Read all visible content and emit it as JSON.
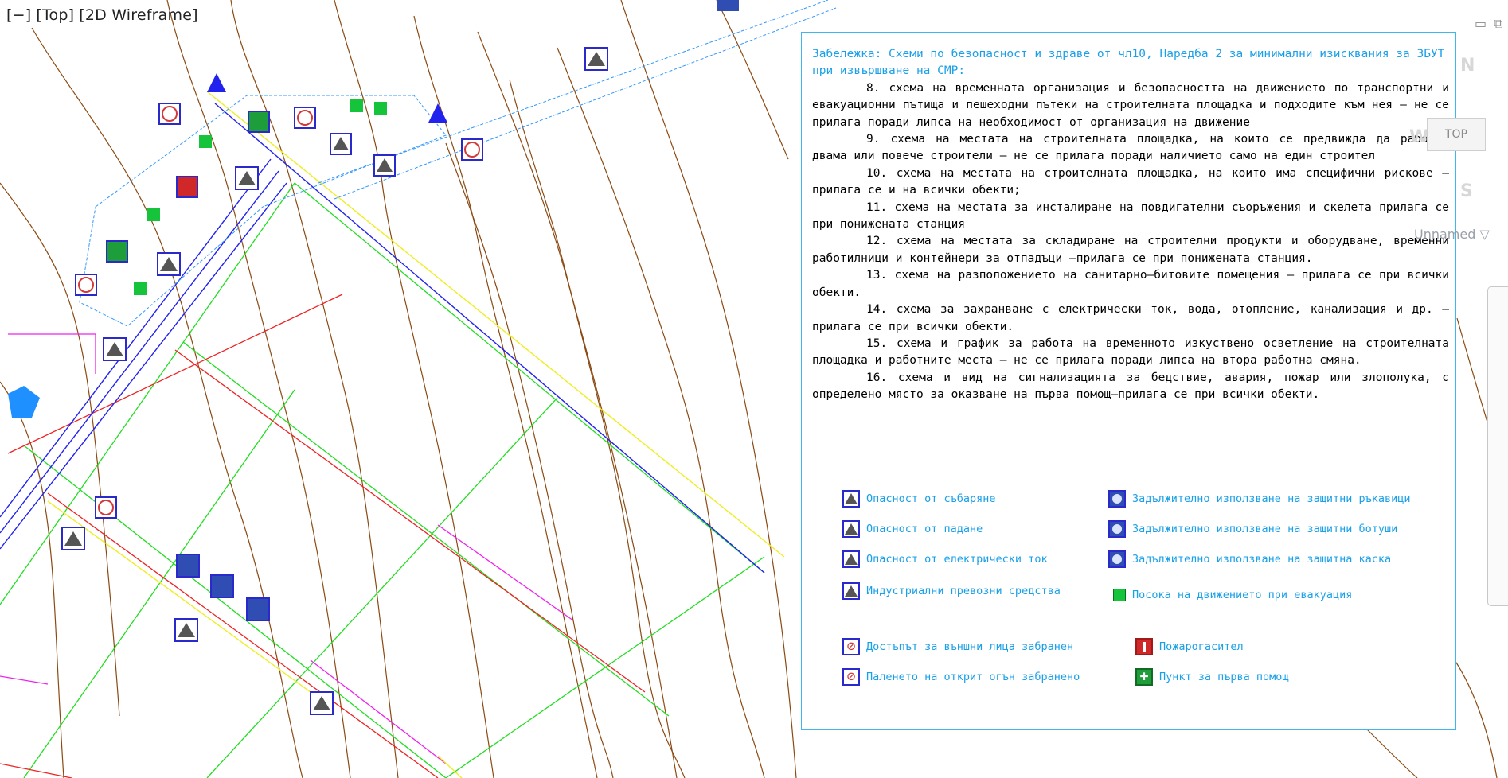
{
  "viewport": {
    "controls": "[−]",
    "view": "[Top]",
    "style": "[2D Wireframe]"
  },
  "viewcube": {
    "north": "N",
    "west": "W",
    "south": "S",
    "top_label": "TOP"
  },
  "ucs_name": "Unnamed",
  "notes": {
    "heading": "Забележка: Схеми по безопасност и здраве от чл10, Наредба 2 за минимални изисквания за ЗБУТ при извършване на СМР:",
    "items": [
      "8. схема на временната организация и безопасността на движението по транспортни и евакуационни пътища и пешеходни пътеки на строителната площадка и подходите към нея – не се прилага поради липса на необходимост от организация на движение",
      "9. схема на местата на строителната площадка, на които се предвижда да работят двама или повече строители – не се прилага поради наличието само на един строител",
      "10. схема на местата на строителната площадка, на които има специфични рискове – прилага се и на всички обекти;",
      "11. схема на местата за инсталиране на повдигателни съоръжения и скелета прилага се при понижената станция",
      "12. схема на местата за складиране на строителни продукти и оборудване, временни работилници и контейнери за отпадъци –прилага се при понижената станция.",
      "13. схема на разположението на санитарно–битовите помещения – прилага се при всички обекти.",
      "14. схема за захранване с електрически ток, вода, отопление, канализация и др. – прилага се при всички обекти.",
      "15. схема и график за работа на временното изкуствено осветление на строителната площадка и работните места – не се прилага поради липса на втора работна смяна.",
      "16. схема и вид на сигнализацията за бедствие, авария, пожар или злополука, с определено място за оказване на първа помощ–прилага се при всички обекти."
    ]
  },
  "legend": {
    "falling_objects": "Опасност от събаряне",
    "fall_hazard": "Опасност от падане",
    "electric_hazard": "Опасност от електрически ток",
    "industrial_vehicles": "Индустриални превозни средства",
    "gloves": "Задължително използване на защитни ръкавици",
    "boots": "Задължително използване на защитни ботуши",
    "helmet": "Задължително използване на защитна каска",
    "evacuation": "Посока на движението при евакуация",
    "no_access": "Достъпът за външни лица забранен",
    "no_fire": "Паленето на открит огън забранено",
    "extinguisher": "Пожарогасител",
    "first_aid": "Пункт за първа помощ"
  },
  "colors": {
    "background": "#ffffff",
    "legend_text": "#1aa0e8",
    "frame": "#3fb6ee",
    "contour": "#8b4a12",
    "grid_green": "#22dd22",
    "red_dim": "#ee2222",
    "magenta": "#ee22ee",
    "blue": "#2222ee"
  }
}
